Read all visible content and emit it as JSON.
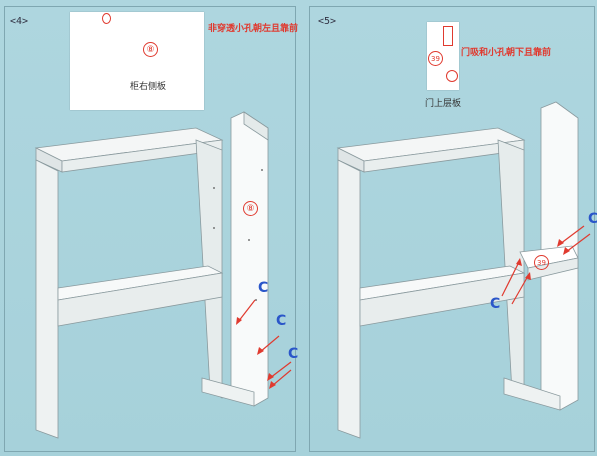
{
  "step4": {
    "label": "<4>",
    "note": "非穿透小孔朝左且靠前",
    "part_marker": "⑧",
    "part_caption": "柜右侧板",
    "board_marker": "⑧",
    "hardware_letters": [
      "C",
      "C",
      "C"
    ]
  },
  "step5": {
    "label": "<5>",
    "note": "门吸和小孔朝下且靠前",
    "part_marker": "39",
    "part_caption": "门上层板",
    "board_marker": "39",
    "hardware_letters": [
      "C",
      "C"
    ]
  },
  "colors": {
    "background": "#a9d4dc",
    "note_red": "#e03a2f",
    "hardware_blue": "#2a56c9",
    "arrow_red": "#e03a2f"
  }
}
